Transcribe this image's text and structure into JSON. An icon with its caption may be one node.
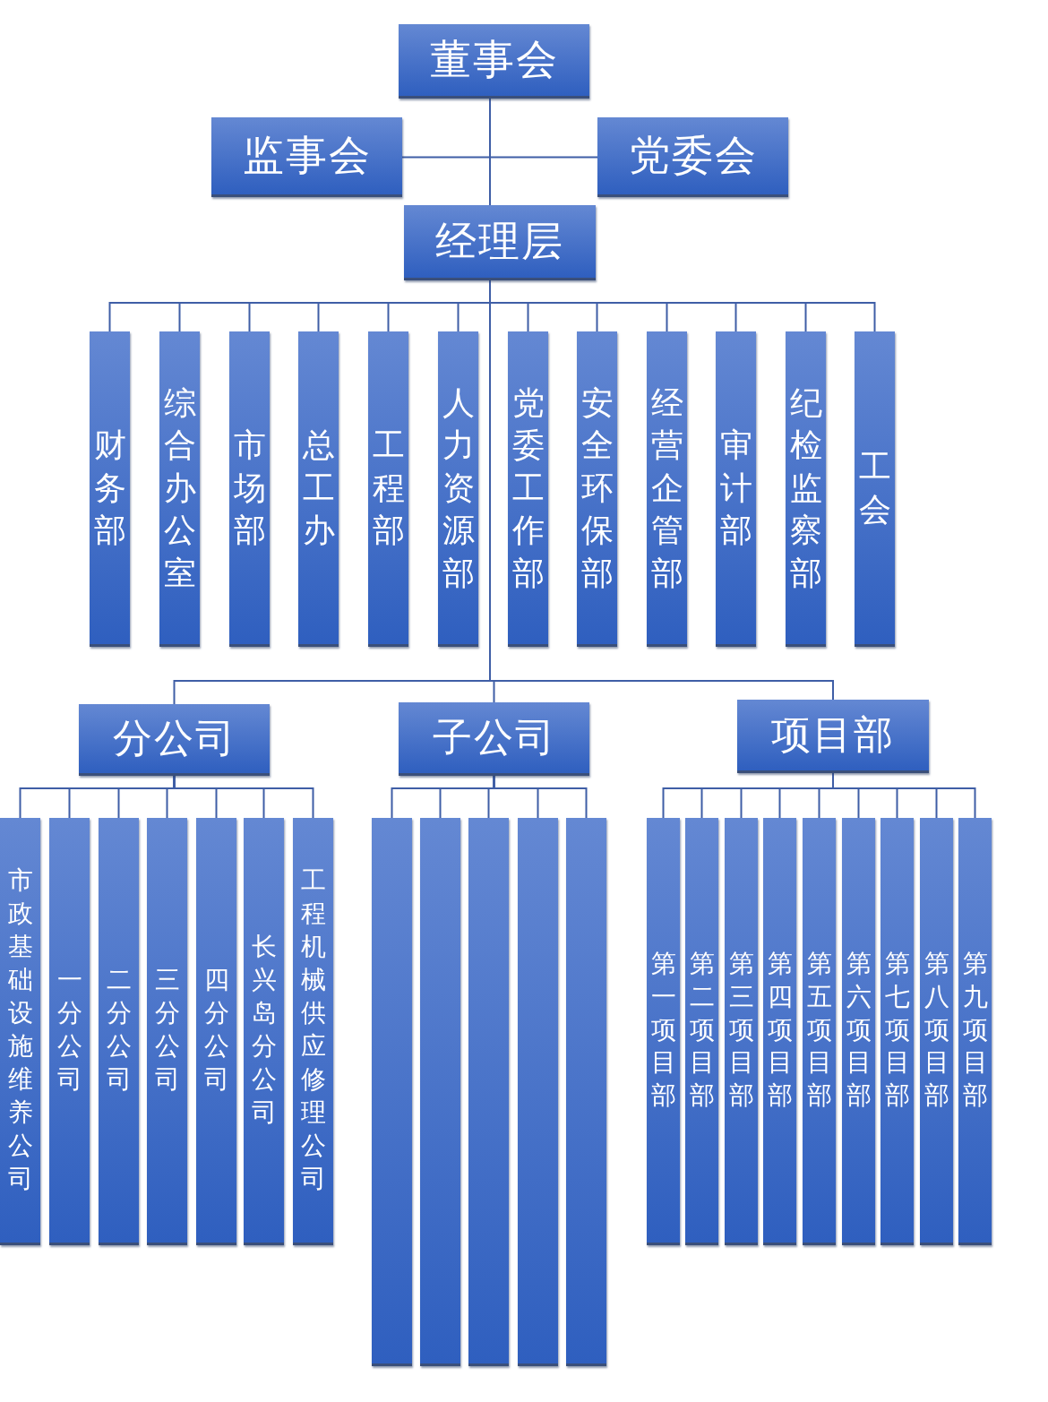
{
  "diagram": {
    "nodes": [
      {
        "text": [
          "董事会"
        ]
      },
      {
        "text": [
          "监事会"
        ]
      },
      {
        "text": [
          "党委会"
        ]
      },
      {
        "text": [
          "经理层"
        ]
      },
      {
        "text": [
          "财务部"
        ]
      },
      {
        "text": [
          "综合办公室"
        ]
      },
      {
        "text": [
          "市场部"
        ]
      },
      {
        "text": [
          "总工办"
        ]
      },
      {
        "text": [
          "工程部"
        ]
      },
      {
        "text": [
          "人力资源部"
        ]
      },
      {
        "text": [
          "党委工作部"
        ]
      },
      {
        "text": [
          "安全环保部"
        ]
      },
      {
        "text": [
          "经营企管部"
        ]
      },
      {
        "text": [
          "审计部"
        ]
      },
      {
        "text": [
          "纪检监察部"
        ]
      },
      {
        "text": [
          "工会"
        ]
      },
      {
        "text": [
          "分公司"
        ]
      },
      {
        "text": [
          "子公司"
        ]
      },
      {
        "text": [
          "项目部"
        ]
      },
      {
        "text": [
          "市政基础设施维养公司"
        ]
      },
      {
        "text": [
          "一分公司"
        ]
      },
      {
        "text": [
          "二分公司"
        ]
      },
      {
        "text": [
          "三分公司"
        ]
      },
      {
        "text": [
          "四分公司"
        ]
      },
      {
        "text": [
          "长兴岛分公司"
        ]
      },
      {
        "text": [
          "工程机械供应修理公司"
        ]
      },
      {
        "text": [],
        "shape": "box"
      },
      {
        "text": [],
        "shape": "box"
      },
      {
        "text": [],
        "shape": "box"
      },
      {
        "text": [],
        "shape": "box"
      },
      {
        "text": [],
        "shape": "box"
      },
      {
        "text": [
          "第一项目部"
        ]
      },
      {
        "text": [
          "第二项目部"
        ]
      },
      {
        "text": [
          "第三项目部"
        ]
      },
      {
        "text": [
          "第四项目部"
        ]
      },
      {
        "text": [
          "第五项目部"
        ]
      },
      {
        "text": [
          "第六项目部"
        ]
      },
      {
        "text": [
          "第七项目部"
        ]
      },
      {
        "text": [
          "第八项目部"
        ]
      },
      {
        "text": [
          "第九项目部"
        ]
      }
    ],
    "edges": [
      {
        "from": 0,
        "to": 3,
        "arrow": "none"
      },
      {
        "from": 1,
        "to": 2,
        "arrow": "none"
      },
      {
        "from": 3,
        "to": 4,
        "arrow": "none"
      },
      {
        "from": 3,
        "to": 5,
        "arrow": "none"
      },
      {
        "from": 3,
        "to": 6,
        "arrow": "none"
      },
      {
        "from": 3,
        "to": 7,
        "arrow": "none"
      },
      {
        "from": 3,
        "to": 8,
        "arrow": "none"
      },
      {
        "from": 3,
        "to": 9,
        "arrow": "none"
      },
      {
        "from": 3,
        "to": 10,
        "arrow": "none"
      },
      {
        "from": 3,
        "to": 11,
        "arrow": "none"
      },
      {
        "from": 3,
        "to": 12,
        "arrow": "none"
      },
      {
        "from": 3,
        "to": 13,
        "arrow": "none"
      },
      {
        "from": 3,
        "to": 14,
        "arrow": "none"
      },
      {
        "from": 3,
        "to": 15,
        "arrow": "none"
      },
      {
        "from": 3,
        "to": 16,
        "arrow": "none"
      },
      {
        "from": 3,
        "to": 17,
        "arrow": "none"
      },
      {
        "from": 3,
        "to": 18,
        "arrow": "none"
      },
      {
        "from": 16,
        "to": 19,
        "arrow": "none"
      },
      {
        "from": 16,
        "to": 20,
        "arrow": "none"
      },
      {
        "from": 16,
        "to": 21,
        "arrow": "none"
      },
      {
        "from": 16,
        "to": 22,
        "arrow": "none"
      },
      {
        "from": 16,
        "to": 23,
        "arrow": "none"
      },
      {
        "from": 16,
        "to": 24,
        "arrow": "none"
      },
      {
        "from": 16,
        "to": 25,
        "arrow": "none"
      },
      {
        "from": 17,
        "to": 26,
        "arrow": "none"
      },
      {
        "from": 17,
        "to": 27,
        "arrow": "none"
      },
      {
        "from": 17,
        "to": 28,
        "arrow": "none"
      },
      {
        "from": 17,
        "to": 29,
        "arrow": "none"
      },
      {
        "from": 17,
        "to": 30,
        "arrow": "none"
      },
      {
        "from": 18,
        "to": 31,
        "arrow": "none"
      },
      {
        "from": 18,
        "to": 32,
        "arrow": "none"
      },
      {
        "from": 18,
        "to": 33,
        "arrow": "none"
      },
      {
        "from": 18,
        "to": 34,
        "arrow": "none"
      },
      {
        "from": 18,
        "to": 35,
        "arrow": "none"
      },
      {
        "from": 18,
        "to": 36,
        "arrow": "none"
      },
      {
        "from": 18,
        "to": 37,
        "arrow": "none"
      },
      {
        "from": 18,
        "to": 38,
        "arrow": "none"
      },
      {
        "from": 18,
        "to": 39,
        "arrow": "none"
      }
    ]
  }
}
